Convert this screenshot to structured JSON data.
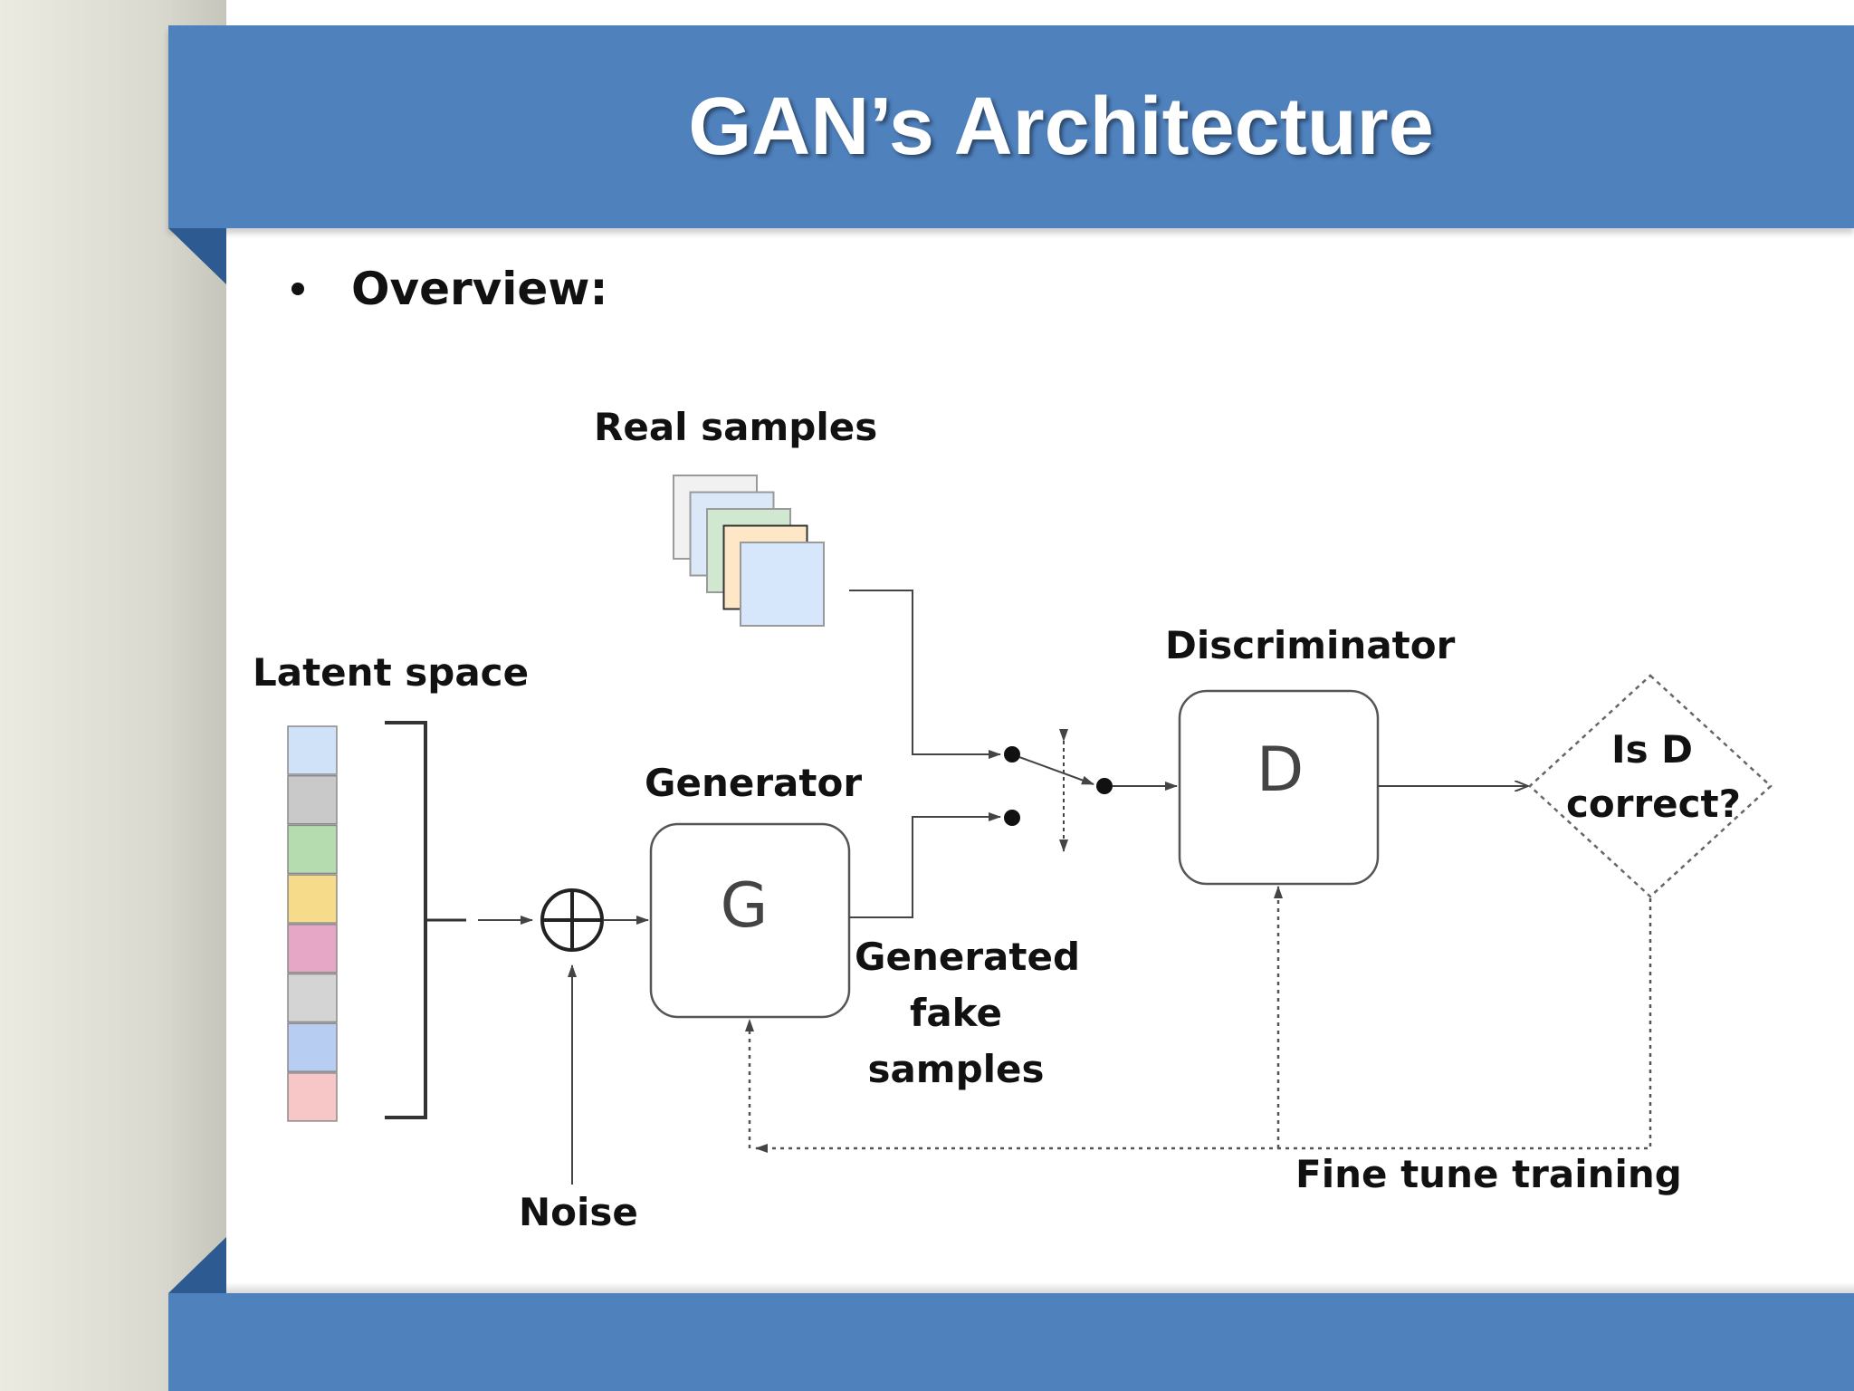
{
  "slide": {
    "title": "GAN’s Architecture",
    "bullet": "Overview:"
  },
  "diagram": {
    "latent_label": "Latent space",
    "latent_colors": [
      "#cfe2f7",
      "#c9c9c9",
      "#b5dcae",
      "#f6dc8a",
      "#e6a6c5",
      "#d4d4d4",
      "#b7cdf1",
      "#f7c6c6"
    ],
    "real_samples_label": "Real samples",
    "real_sample_colors": [
      "#f1f1f1",
      "#dbe8f8",
      "#cfe8cf",
      "#fde7c7",
      "#d6e6fb"
    ],
    "generator_label": "Generator",
    "generator_letter": "G",
    "discriminator_label": "Discriminator",
    "discriminator_letter": "D",
    "generated_label_lines": [
      "Generated",
      "fake",
      "samples"
    ],
    "decision_label_lines": [
      "Is D",
      "correct?"
    ],
    "noise_label": "Noise",
    "feedback_label": "Fine tune training"
  },
  "colors": {
    "header": "#4f81bd",
    "fold": "#2d5a90",
    "line": "#555555"
  }
}
